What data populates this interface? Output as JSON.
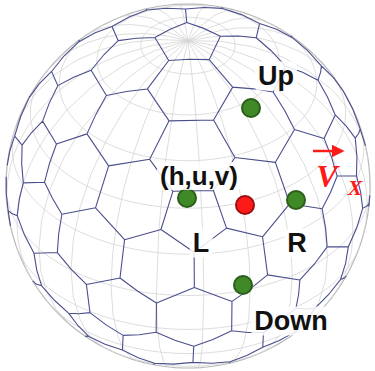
{
  "diagram": {
    "labels": [
      "Up",
      "(h,u,v)",
      "V",
      "X",
      "L",
      "R",
      "Down"
    ]
  }
}
